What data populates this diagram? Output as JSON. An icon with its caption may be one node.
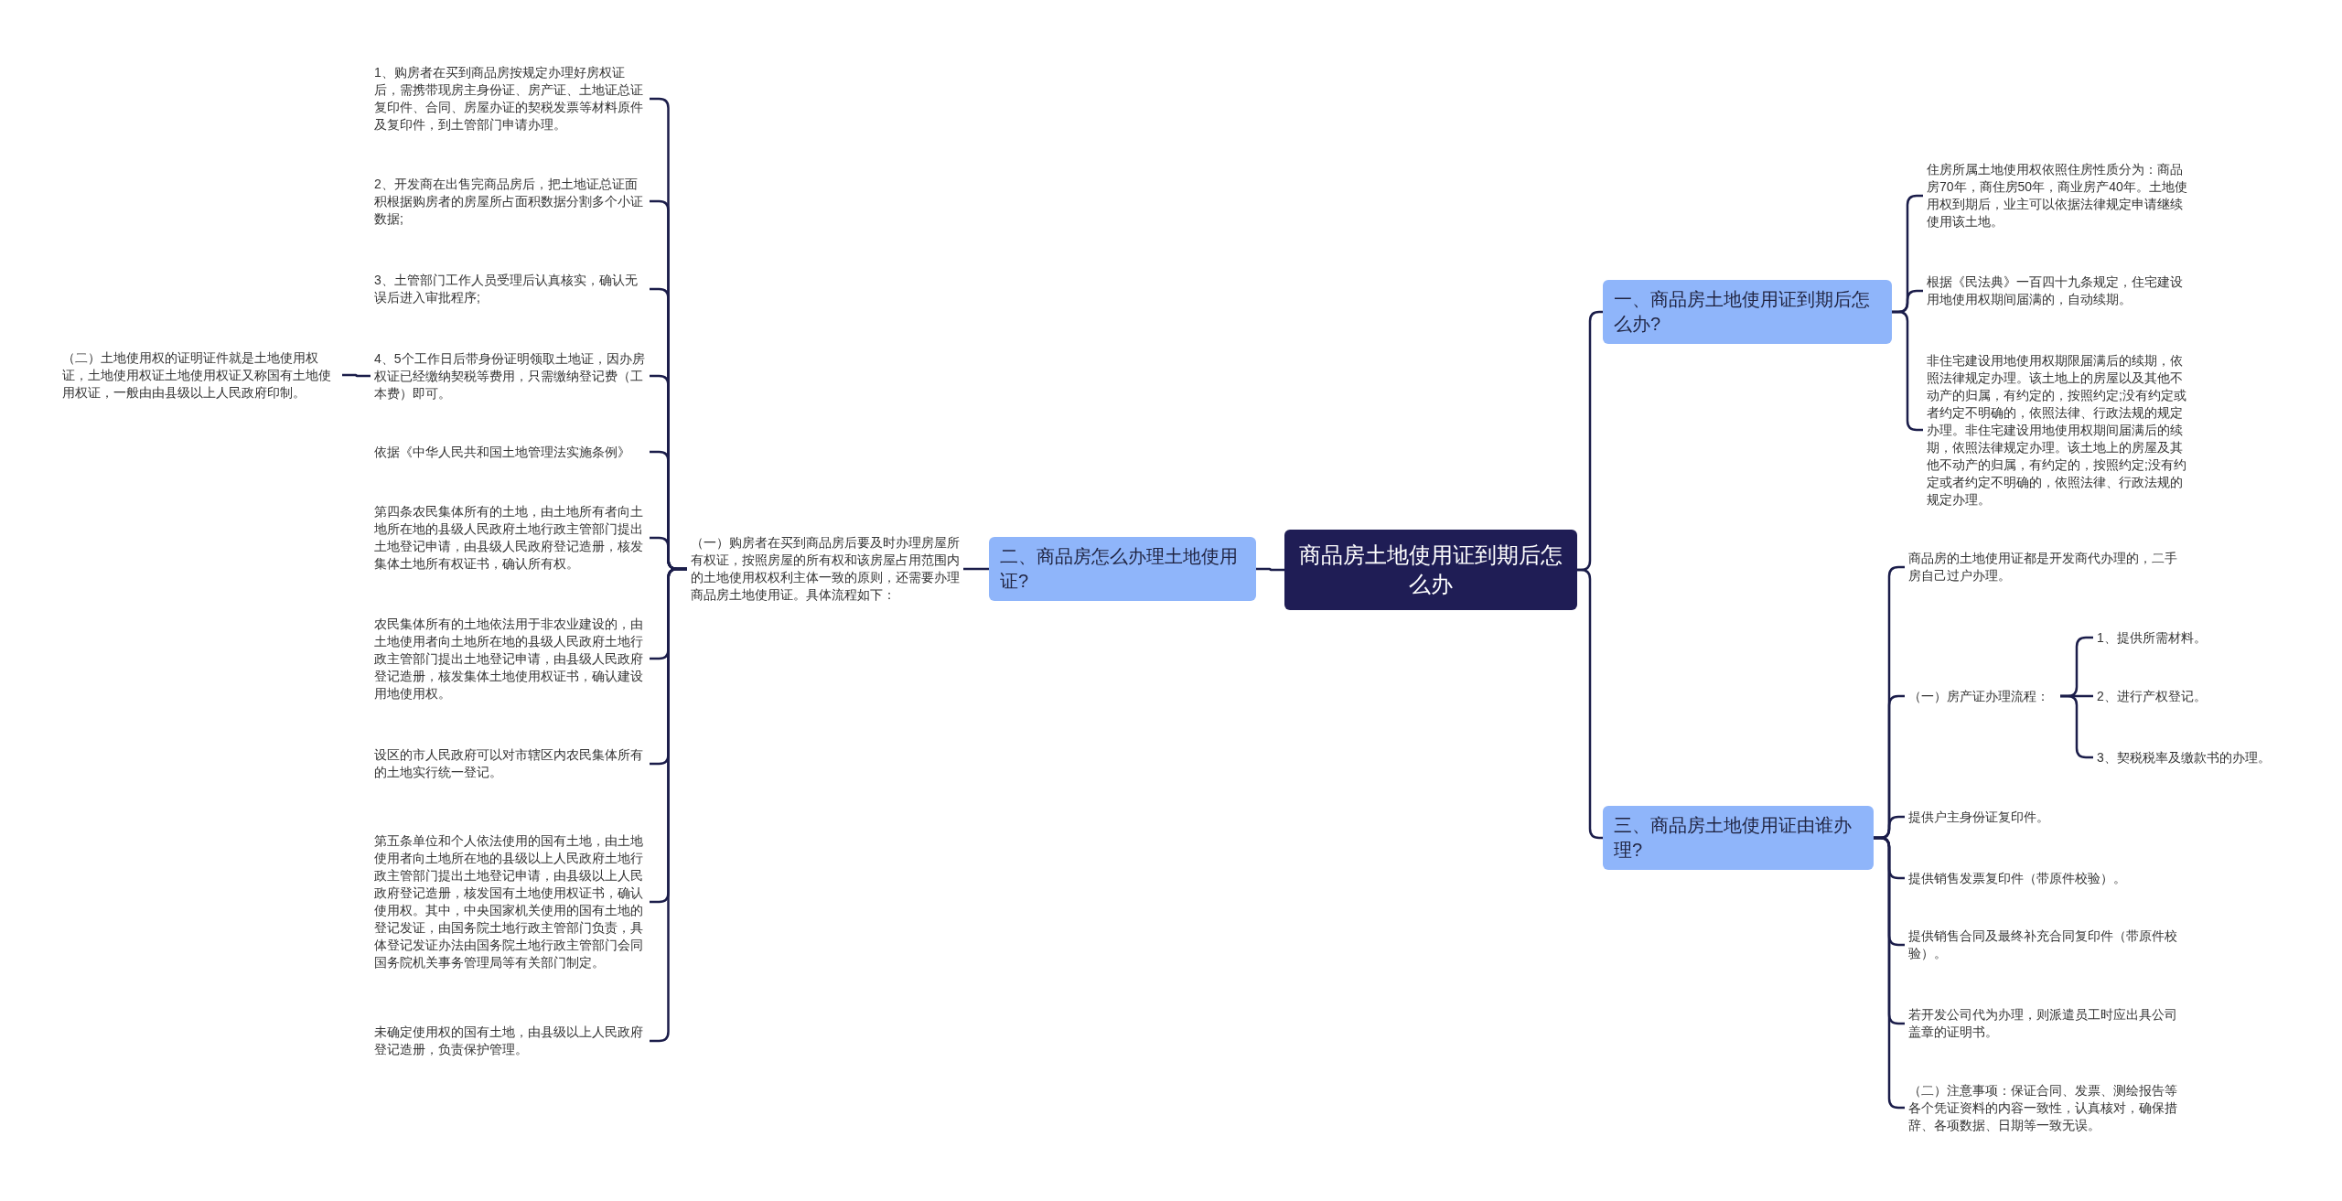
{
  "diagram": {
    "nodes": [
      {
        "text": [
          "商品房土地使用证到期后怎么办"
        ]
      },
      {
        "text": [
          "一、商品房土地使用证到期后怎么办?"
        ]
      },
      {
        "text": [
          "住房所属土地使用权依照住房性质分为：商品房70年，商住房50年，商业房产40年。土地使用权到期后，业主可以依据法律规定申请继续使用该土地。"
        ]
      },
      {
        "text": [
          "根据《民法典》一百四十九条规定，住宅建设用地使用权期间届满的，自动续期。"
        ]
      },
      {
        "text": [
          "非住宅建设用地使用权期限届满后的续期，依照法律规定办理。该土地上的房屋以及其他不动产的归属，有约定的，按照约定;没有约定或者约定不明确的，依照法律、行政法规的规定办理。非住宅建设用地使用权期间届满后的续期，依照法律规定办理。该土地上的房屋及其他不动产的归属，有约定的，按照约定;没有约定或者约定不明确的，依照法律、行政法规的规定办理。"
        ]
      },
      {
        "text": [
          "二、商品房怎么办理土地使用证?"
        ]
      },
      {
        "text": [
          "（一）购房者在买到商品房后要及时办理房屋所有权证，按照房屋的所有权和该房屋占用范围内的土地使用权权利主体一致的原则，还需要办理商品房土地使用证。具体流程如下："
        ]
      },
      {
        "text": [
          "1、购房者在买到商品房按规定办理好房权证后，需携带现房主身份证、房产证、土地证总证复印件、合同、房屋办证的契税发票等材料原件及复印件，到土管部门申请办理。"
        ]
      },
      {
        "text": [
          "2、开发商在出售完商品房后，把土地证总证面积根据购房者的房屋所占面积数据分割多个小证数据;"
        ]
      },
      {
        "text": [
          "3、土管部门工作人员受理后认真核实，确认无误后进入审批程序;"
        ]
      },
      {
        "text": [
          "4、5个工作日后带身份证明领取土地证，因办房权证已经缴纳契税等费用，只需缴纳登记费（工本费）即可。"
        ]
      },
      {
        "text": [
          "依据《中华人民共和国土地管理法实施条例》"
        ]
      },
      {
        "text": [
          "第四条农民集体所有的土地，由土地所有者向土地所在地的县级人民政府土地行政主管部门提出土地登记申请，由县级人民政府登记造册，核发集体土地所有权证书，确认所有权。"
        ]
      },
      {
        "text": [
          "农民集体所有的土地依法用于非农业建设的，由土地使用者向土地所在地的县级人民政府土地行政主管部门提出土地登记申请，由县级人民政府登记造册，核发集体土地使用权证书，确认建设用地使用权。"
        ]
      },
      {
        "text": [
          "设区的市人民政府可以对市辖区内农民集体所有的土地实行统一登记。"
        ]
      },
      {
        "text": [
          "第五条单位和个人依法使用的国有土地，由土地使用者向土地所在地的县级以上人民政府土地行政主管部门提出土地登记申请，由县级以上人民政府登记造册，核发国有土地使用权证书，确认使用权。其中，中央国家机关使用的国有土地的登记发证，由国务院土地行政主管部门负责，具体登记发证办法由国务院土地行政主管部门会同国务院机关事务管理局等有关部门制定。"
        ]
      },
      {
        "text": [
          "未确定使用权的国有土地，由县级以上人民政府登记造册，负责保护管理。"
        ]
      },
      {
        "text": [
          "（二）土地使用权的证明证件就是土地使用权证，土地使用权证土地使用权证又称国有土地使用权证，一般由由县级以上人民政府印制。"
        ]
      },
      {
        "text": [
          "三、商品房土地使用证由谁办理?"
        ]
      },
      {
        "text": [
          "商品房的土地使用证都是开发商代办理的，二手房自己过户办理。"
        ]
      },
      {
        "text": [
          "（一）房产证办理流程："
        ]
      },
      {
        "text": [
          "1、提供所需材料。"
        ]
      },
      {
        "text": [
          "2、进行产权登记。"
        ]
      },
      {
        "text": [
          "3、契税税率及缴款书的办理。"
        ]
      },
      {
        "text": [
          "提供户主身份证复印件。"
        ]
      },
      {
        "text": [
          "提供销售发票复印件（带原件校验）。"
        ]
      },
      {
        "text": [
          "提供销售合同及最终补充合同复印件（带原件校验）。"
        ]
      },
      {
        "text": [
          "若开发公司代为办理，则派遣员工时应出具公司盖章的证明书。"
        ]
      },
      {
        "text": [
          "（二）注意事项：保证合同、发票、测绘报告等各个凭证资料的内容一致性，认真核对，确保措辞、各项数据、日期等一致无误。"
        ]
      }
    ],
    "edges": [
      {
        "from": 0,
        "to": 1,
        "arrow": "none"
      },
      {
        "from": 0,
        "to": 5,
        "arrow": "none"
      },
      {
        "from": 0,
        "to": 18,
        "arrow": "none"
      },
      {
        "from": 1,
        "to": 2,
        "arrow": "none"
      },
      {
        "from": 1,
        "to": 3,
        "arrow": "none"
      },
      {
        "from": 1,
        "to": 4,
        "arrow": "none"
      },
      {
        "from": 5,
        "to": 6,
        "arrow": "none"
      },
      {
        "from": 6,
        "to": 7,
        "arrow": "none"
      },
      {
        "from": 6,
        "to": 8,
        "arrow": "none"
      },
      {
        "from": 6,
        "to": 9,
        "arrow": "none"
      },
      {
        "from": 6,
        "to": 10,
        "arrow": "none"
      },
      {
        "from": 6,
        "to": 11,
        "arrow": "none"
      },
      {
        "from": 6,
        "to": 12,
        "arrow": "none"
      },
      {
        "from": 6,
        "to": 13,
        "arrow": "none"
      },
      {
        "from": 6,
        "to": 14,
        "arrow": "none"
      },
      {
        "from": 6,
        "to": 15,
        "arrow": "none"
      },
      {
        "from": 6,
        "to": 16,
        "arrow": "none"
      },
      {
        "from": 10,
        "to": 17,
        "arrow": "none"
      },
      {
        "from": 18,
        "to": 19,
        "arrow": "none"
      },
      {
        "from": 18,
        "to": 20,
        "arrow": "none"
      },
      {
        "from": 20,
        "to": 21,
        "arrow": "none"
      },
      {
        "from": 20,
        "to": 22,
        "arrow": "none"
      },
      {
        "from": 20,
        "to": 23,
        "arrow": "none"
      },
      {
        "from": 18,
        "to": 24,
        "arrow": "none"
      },
      {
        "from": 18,
        "to": 25,
        "arrow": "none"
      },
      {
        "from": 18,
        "to": 26,
        "arrow": "none"
      },
      {
        "from": 18,
        "to": 27,
        "arrow": "none"
      },
      {
        "from": 18,
        "to": 28,
        "arrow": "none"
      }
    ]
  }
}
